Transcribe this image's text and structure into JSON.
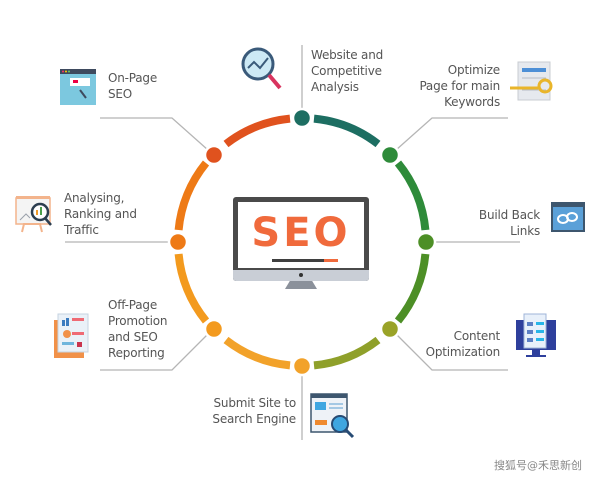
{
  "center": {
    "label": "SEO"
  },
  "items": [
    {
      "id": "website-analysis",
      "lines": [
        "Website and",
        "Competitive",
        "Analysis"
      ],
      "color": "#1d6e62"
    },
    {
      "id": "optimize-keywords",
      "lines": [
        "Optimize",
        "Page for main",
        "Keywords"
      ],
      "color": "#2e8b3a"
    },
    {
      "id": "build-backlinks",
      "lines": [
        "Build Back",
        "Links"
      ],
      "color": "#4d8f26"
    },
    {
      "id": "content-optimization",
      "lines": [
        "Content",
        "Optimization"
      ],
      "color": "#9aa328"
    },
    {
      "id": "submit-site",
      "lines": [
        "Submit Site to",
        "Search Engine"
      ],
      "color": "#f2a22a"
    },
    {
      "id": "off-page",
      "lines": [
        "Off-Page",
        "Promotion",
        "and SEO",
        "Reporting"
      ],
      "color": "#f39a1e"
    },
    {
      "id": "analysing",
      "lines": [
        "Analysing,",
        "Ranking and",
        "Traffic"
      ],
      "color": "#ee7a16"
    },
    {
      "id": "on-page",
      "lines": [
        "On-Page",
        "SEO"
      ],
      "color": "#e0521e"
    }
  ],
  "ring_colors": {
    "top_left_to_top": "#e0521e",
    "top_to_top_right": "#1d6e62",
    "top_right_to_right": "#2e8b3a",
    "right_to_bottom_right": "#4d8f26",
    "bottom_right_to_bottom": "#8fa02a",
    "bottom_to_bottom_left": "#f2a22a",
    "bottom_left_to_left": "#f39a1e",
    "left_to_top_left": "#ee7a16"
  },
  "watermark": "搜狐号@禾思新创"
}
